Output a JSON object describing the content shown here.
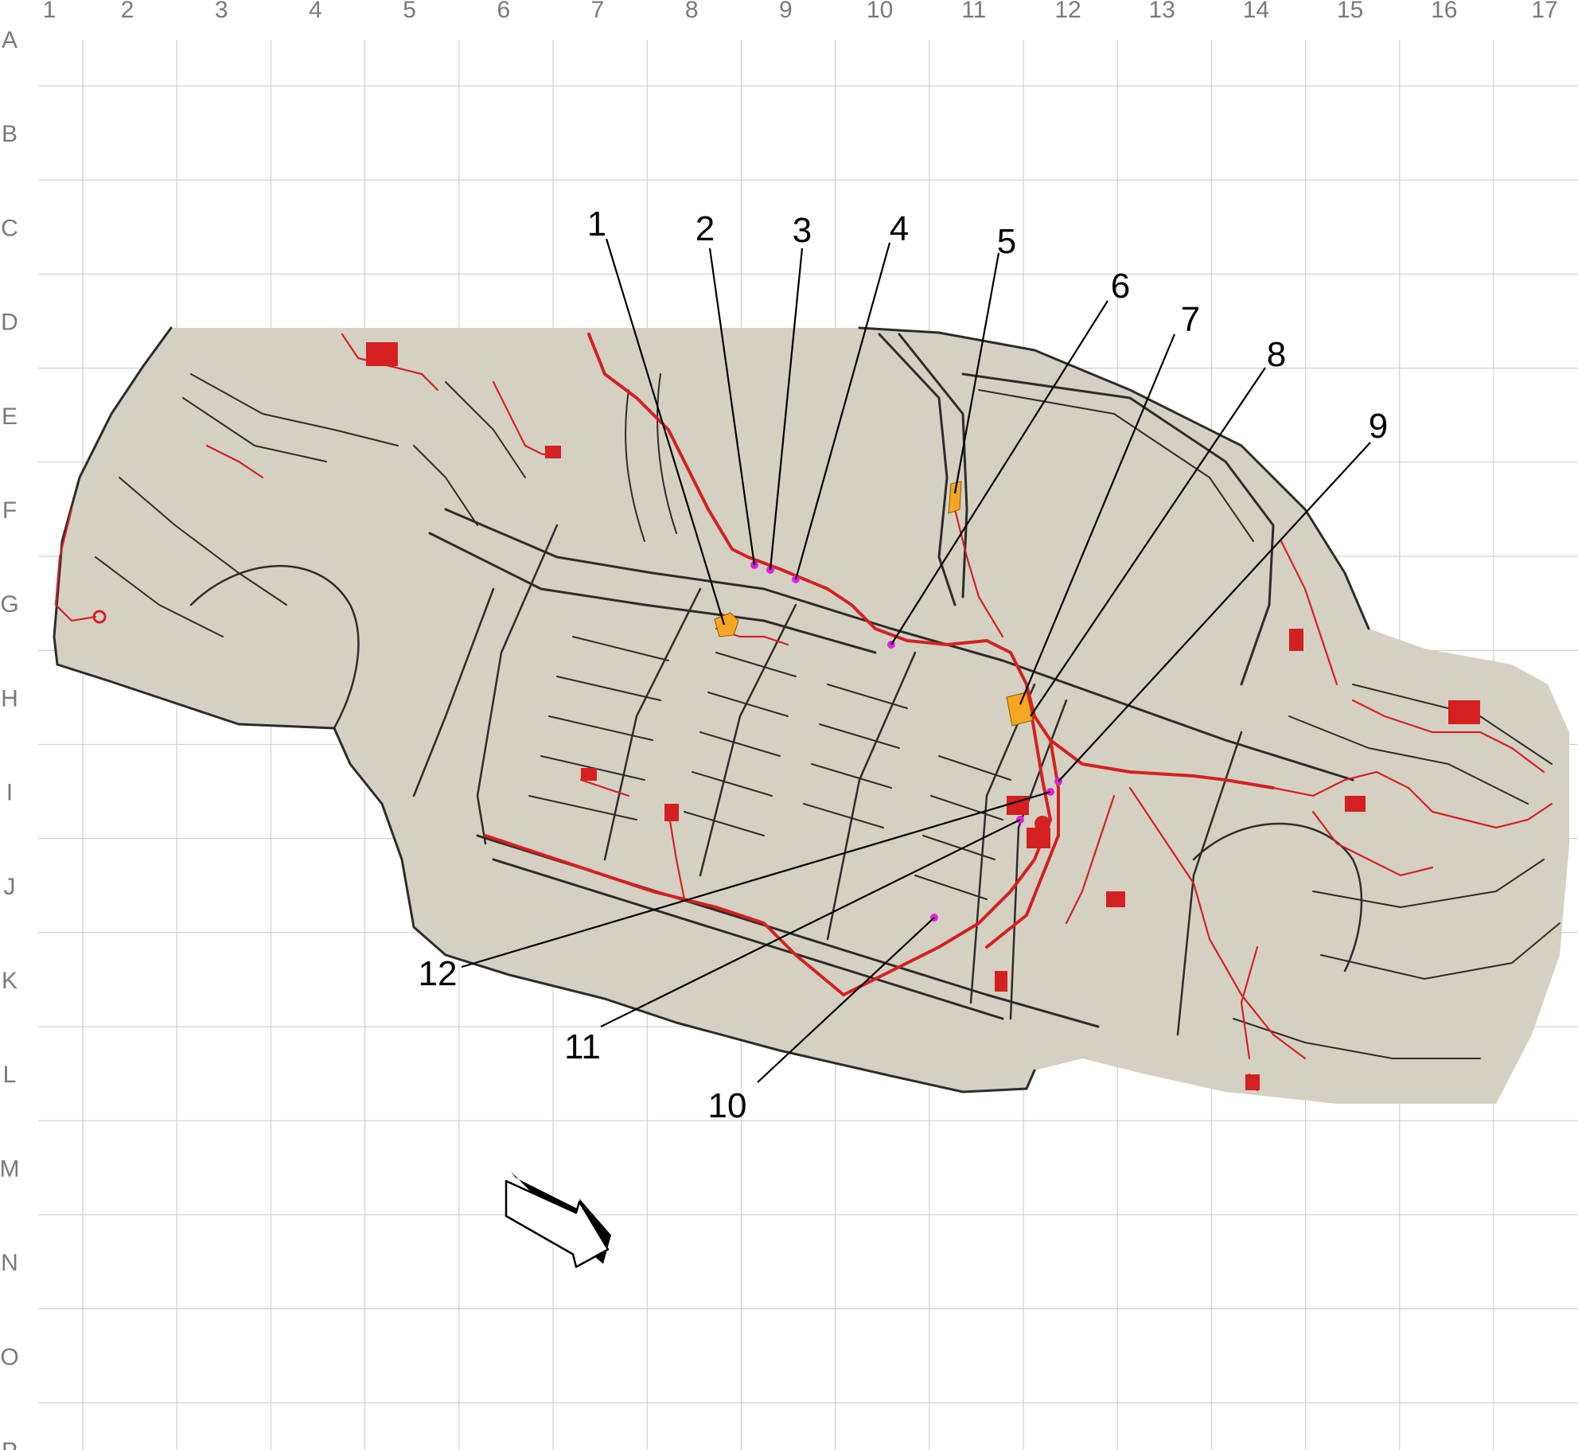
{
  "grid": {
    "columns": [
      "1",
      "2",
      "3",
      "4",
      "5",
      "6",
      "7",
      "8",
      "9",
      "10",
      "11",
      "12",
      "13",
      "14",
      "15",
      "16",
      "17"
    ],
    "rows": [
      "A",
      "B",
      "C",
      "D",
      "E",
      "F",
      "G",
      "H",
      "I",
      "J",
      "K",
      "L",
      "M",
      "N",
      "O",
      "P"
    ]
  },
  "callouts": [
    "1",
    "2",
    "3",
    "4",
    "5",
    "6",
    "7",
    "8",
    "9",
    "10",
    "11",
    "12"
  ],
  "colors": {
    "body": "#d4d1c3",
    "frame": "#2c2c2c",
    "harness": "#d42020",
    "connector_highlight": "#f5a623",
    "splice_point": "#e020e0",
    "grid": "#c8c8c8"
  },
  "icons": {
    "direction_arrow": "front-direction-arrow-icon"
  }
}
